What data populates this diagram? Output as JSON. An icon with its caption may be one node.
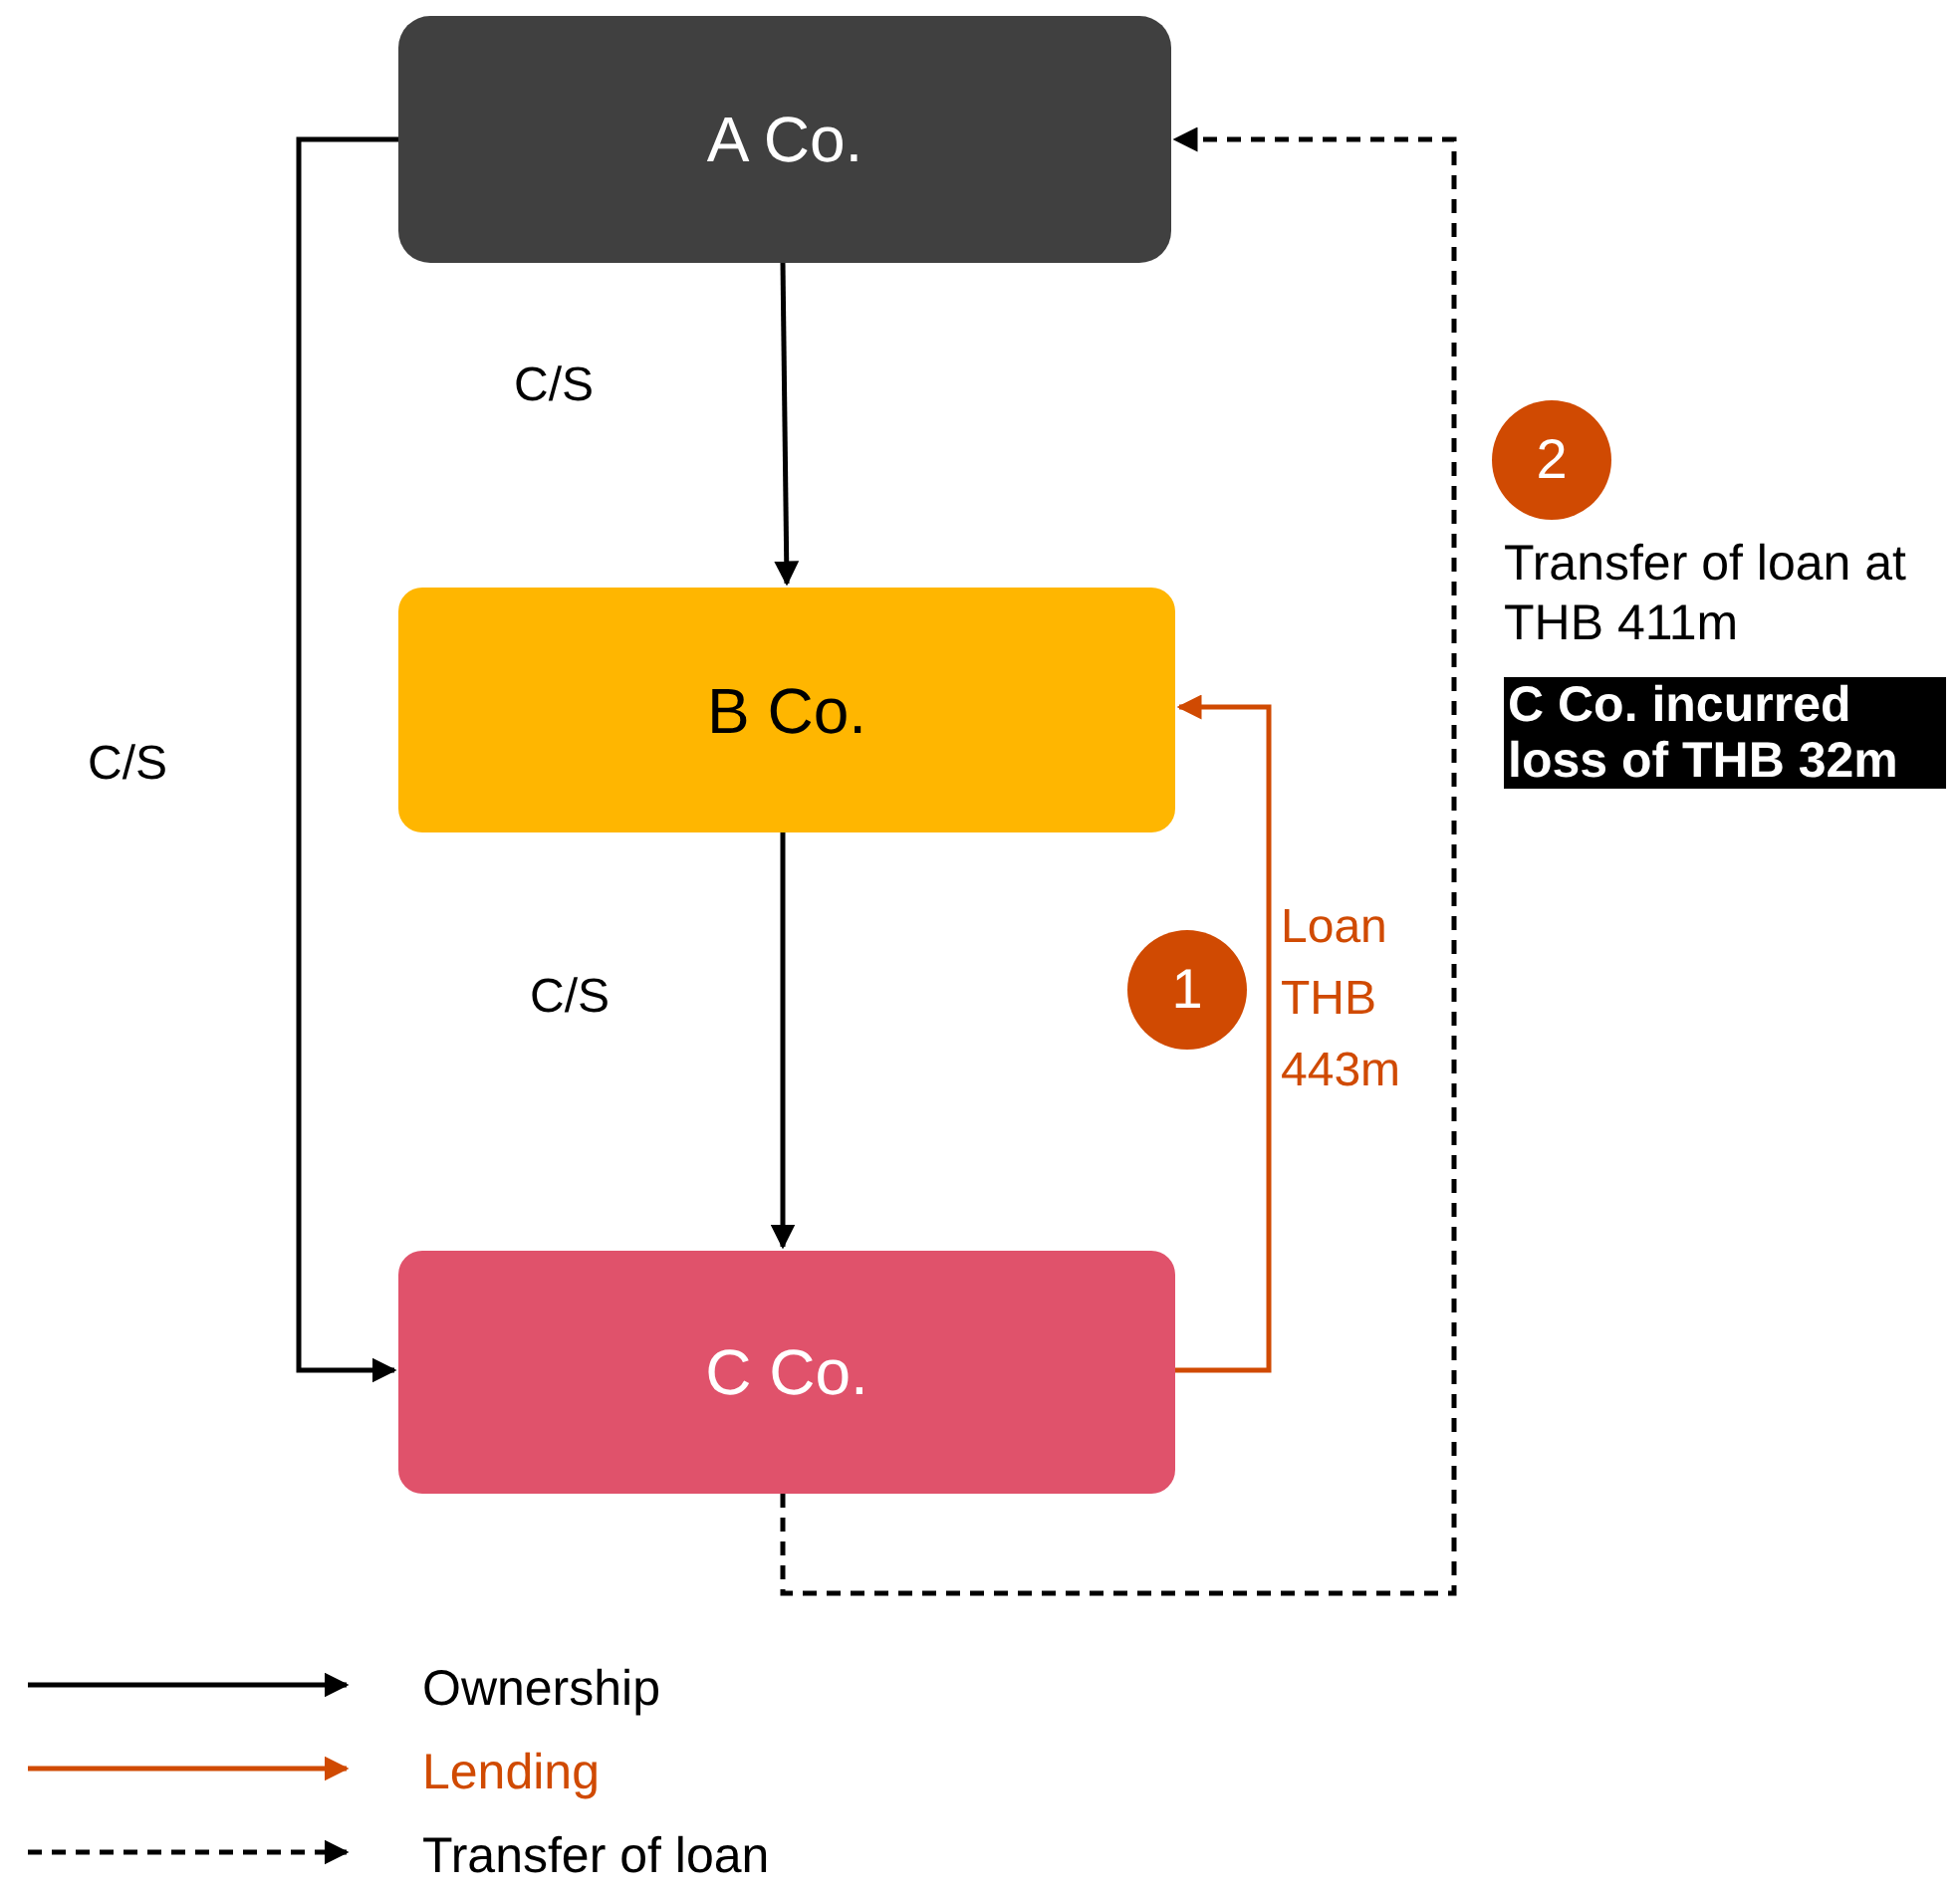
{
  "diagram": {
    "nodes": [
      {
        "text": [
          "A Co."
        ]
      },
      {
        "text": [
          "B Co."
        ]
      },
      {
        "text": [
          "C Co."
        ]
      },
      {
        "text": [
          "1"
        ]
      },
      {
        "text": [
          "2"
        ],
        "beside": [
          "Transfer of loan at THB 411m",
          "C Co. incurred loss of THB 32m"
        ]
      }
    ],
    "edges": [
      {
        "from": 0,
        "to": 1,
        "arrow": "to",
        "label": "C/S"
      },
      {
        "from": 0,
        "to": 2,
        "arrow": "to",
        "label": "C/S"
      },
      {
        "from": 1,
        "to": 2,
        "arrow": "to",
        "label": "C/S"
      },
      {
        "from": 2,
        "to": 1,
        "arrow": "to",
        "label": "Loan THB 443m",
        "color": "#d04a02"
      },
      {
        "from": 2,
        "to": 0,
        "arrow": "to",
        "style": "dashed"
      }
    ],
    "legend": [
      {
        "text": "Ownership"
      },
      {
        "text": "Lending"
      },
      {
        "text": "Transfer of loan"
      }
    ]
  }
}
